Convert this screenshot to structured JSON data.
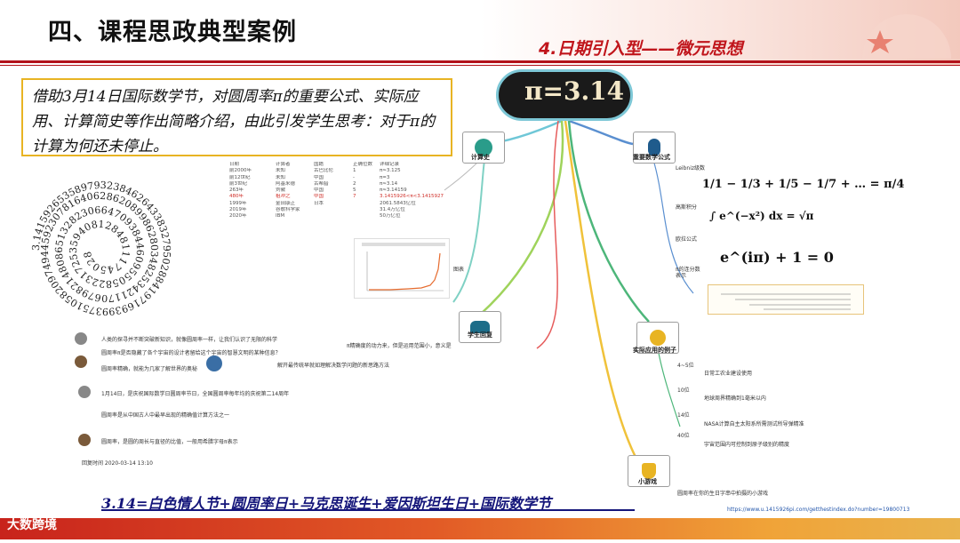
{
  "header": {
    "title": "四、课程思政典型案例",
    "subtitle": "4.日期引入型——微元思想"
  },
  "intro": {
    "text": "借助3月14日国际数学节，对圆周率π的重要公式、实际应用、计算简史等作出简略介绍，由此引发学生思考：对于π的计算为何还未停止。"
  },
  "pi_spiral": "3.14159265358979323846264338327950288419716939937510582097494459230781640628620899862803482534211706798214808651328230664709384460955058223172535940812848111745028410270193852110555964462294895493038196",
  "mindmap": {
    "center": "π=3.14",
    "nodes": {
      "history": "计算史",
      "formulas": "重要数学公式",
      "feedback": "学生回复",
      "applications": "实际应用的例子",
      "game": "小游戏"
    },
    "formula_labels": {
      "leibniz": "Leibniz级数",
      "gauss": "高斯积分",
      "euler": "欧拉公式",
      "continued": "π的连分数\n表示"
    },
    "formulas": {
      "leibniz": "1/1 − 1/3 + 1/5 − 1/7 + … = π/4",
      "gauss": "∫ e^(−x²) dx = √π",
      "euler": "e^(iπ) + 1 = 0"
    },
    "history_chart_label": "图表",
    "feedback_text": "π精确度的动力来，但是运用范围小，意义是",
    "applications": [
      "4~5位",
      "日常工农业建设使用",
      "10位",
      "地球周界精确到1毫米以内",
      "14位",
      "NASA计算自主太阳系所需测试所导弹精准",
      "40位",
      "宇宙范围内可控制到原子级别的精度"
    ],
    "game": {
      "label": "圆周率在你的生日字串中拍摄的小游戏",
      "url": "https://www.u.1415926pi.com/getthestindex.do?number=19800713"
    }
  },
  "history_table": {
    "headers": [
      "日期",
      "计算者",
      "国籍",
      "正确位数",
      "详细记录"
    ],
    "rows": [
      [
        "前2000年",
        "未知",
        "古巴比伦",
        "1",
        "π≈3.125"
      ],
      [
        "前12世纪",
        "未知",
        "中国",
        "-",
        "π=3"
      ],
      [
        "前3世纪",
        "阿基米德",
        "古希腊",
        "2",
        "π≈3.14"
      ],
      [
        "263年",
        "刘徽",
        "中国",
        "5",
        "π≈3.14159"
      ],
      [
        "480年",
        "祖冲之",
        "中国",
        "7",
        "3.1415926<π<3.1415927"
      ],
      [
        "1999年",
        "金田康正",
        "日本",
        "",
        "2061.5843亿位"
      ],
      [
        "2019年",
        "谷歌科学家",
        "",
        "",
        "31.4万亿位"
      ],
      [
        "2020年",
        "IBM",
        "",
        "",
        "50万亿位"
      ]
    ]
  },
  "comments": [
    "人类的探寻并不断突破新知识，就像圆周率一样，让我们认识了无限的科学",
    "圆周率π是否隐藏了各个宇宙的设计者留给这个宇宙的智慧文明的某种信息？",
    "圆周率精确，就能为几家了解世界的奥秘",
    "解开最传统早就如理解决数学问题的新思路方法",
    "1月14日，是庆祝国际数学日圆周率节日，全国圆周率每年均的庆祝第二14周年",
    "圆周率是从中国古人中最早出现的精确值计算方法之一",
    "圆周率，是圆的周长与直径的比值，一般用希腊字母π表示",
    "回复时间 2020-03-14 13:10"
  ],
  "tagline": "3.14=白色情人节+圆周率日+马克思诞生+爱因斯坦生日+国际数学节",
  "footer": {
    "logo": "大数跨境"
  }
}
